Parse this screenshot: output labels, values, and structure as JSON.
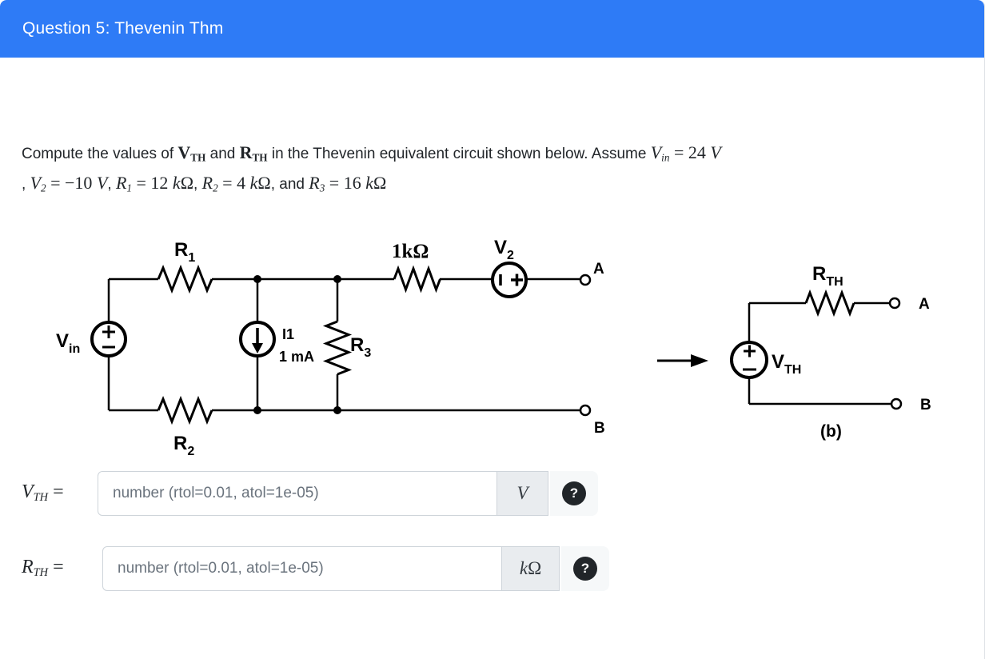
{
  "header": {
    "title": "Question 5: Thevenin Thm"
  },
  "statement": {
    "line1_tokens": [
      {
        "style": "text",
        "t": "Compute the values of "
      },
      {
        "style": "bvar",
        "t": "V",
        "sub": "TH"
      },
      {
        "style": "text",
        "t": " and "
      },
      {
        "style": "bvar",
        "t": "R",
        "sub": "TH"
      },
      {
        "style": "text",
        "t": " in the Thevenin equivalent circuit shown below. Assume "
      },
      {
        "style": "ivar",
        "t": "V",
        "sub": "in"
      },
      {
        "style": "math",
        "t": " = 24 "
      },
      {
        "style": "ivar",
        "t": "V"
      }
    ],
    "line2_tokens": [
      {
        "style": "text",
        "t": ", "
      },
      {
        "style": "ivar",
        "t": "V",
        "sub": "2"
      },
      {
        "style": "math",
        "t": " = −10 "
      },
      {
        "style": "ivar",
        "t": "V"
      },
      {
        "style": "text",
        "t": ", "
      },
      {
        "style": "ivar",
        "t": "R",
        "sub": "1"
      },
      {
        "style": "math",
        "t": " = 12 "
      },
      {
        "style": "ivar",
        "t": "k"
      },
      {
        "style": "math",
        "t": "Ω"
      },
      {
        "style": "text",
        "t": ", "
      },
      {
        "style": "ivar",
        "t": "R",
        "sub": "2"
      },
      {
        "style": "math",
        "t": " = 4 "
      },
      {
        "style": "ivar",
        "t": "k"
      },
      {
        "style": "math",
        "t": "Ω"
      },
      {
        "style": "text",
        "t": ", and "
      },
      {
        "style": "ivar",
        "t": "R",
        "sub": "3"
      },
      {
        "style": "math",
        "t": " = 16 "
      },
      {
        "style": "ivar",
        "t": "k"
      },
      {
        "style": "math",
        "t": "Ω"
      }
    ]
  },
  "figure": {
    "vin": {
      "main": "V",
      "sub": "in"
    },
    "r1": {
      "main": "R",
      "sub": "1"
    },
    "r2": {
      "main": "R",
      "sub": "2"
    },
    "r3": {
      "main": "R",
      "sub": "3"
    },
    "series_resistor_value": "1kΩ",
    "v2": {
      "main": "V",
      "sub": "2"
    },
    "i1_name": "I1",
    "i1_value": "1 mA",
    "terminal_a": "A",
    "terminal_b": "B",
    "rth": {
      "main": "R",
      "sub": "TH"
    },
    "vth": {
      "main": "V",
      "sub": "TH"
    },
    "caption": "(b)"
  },
  "answers": [
    {
      "name": "VTH",
      "label_tokens": [
        {
          "style": "ivar",
          "t": "V",
          "sub": "TH"
        },
        {
          "style": "math",
          "t": " ="
        }
      ],
      "placeholder": "number (rtol=0.01, atol=1e-05)",
      "unit_tokens": [
        {
          "style": "ivar",
          "t": "V"
        }
      ],
      "help_label": "?"
    },
    {
      "name": "RTH",
      "label_tokens": [
        {
          "style": "ivar",
          "t": "R",
          "sub": "TH"
        },
        {
          "style": "math",
          "t": " ="
        }
      ],
      "placeholder": "number (rtol=0.01, atol=1e-05)",
      "unit_tokens": [
        {
          "style": "ivar",
          "t": "k"
        },
        {
          "style": "math",
          "t": "Ω"
        }
      ],
      "help_label": "?"
    }
  ],
  "colors": {
    "header_bg": "#2e7bf6",
    "addon_bg": "#e9ecef",
    "help_area_bg": "#f6f8f9",
    "help_circle_bg": "#212529",
    "placeholder_text": "#6a737d"
  }
}
